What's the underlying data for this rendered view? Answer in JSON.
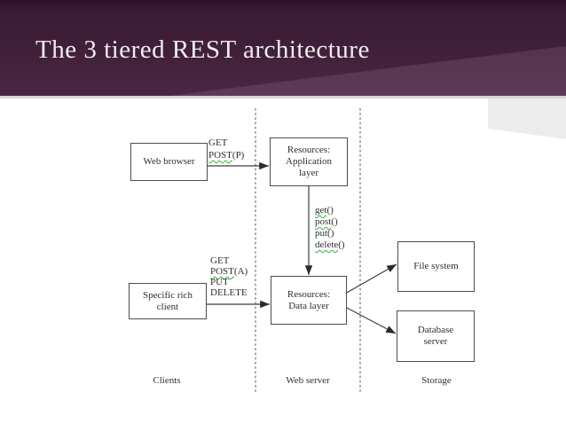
{
  "slide": {
    "title": "The 3 tiered REST architecture"
  },
  "diagram": {
    "nodes": {
      "web_browser": "Web browser",
      "app_layer": "Resources:\nApplication\nlayer",
      "rich_client": "Specific rich\nclient",
      "data_layer": "Resources:\nData layer",
      "file_system": "File system",
      "db_server": "Database\nserver"
    },
    "edge_labels": {
      "browser_line1": "GET",
      "browser_line2_word": "POST",
      "browser_line2_suffix": "(P)",
      "client_line1": "GET",
      "client_line2_word": "POST",
      "client_line2_suffix": "(A)",
      "client_line3": "PUT",
      "client_line4": "DELETE",
      "methods_1_word": "get",
      "methods_1_suffix": "()",
      "methods_2_word": "post",
      "methods_2_suffix": "()",
      "methods_3": "put()",
      "methods_4_word": "delete",
      "methods_4_suffix": "()"
    },
    "lanes": {
      "clients": "Clients",
      "web_server": "Web server",
      "storage": "Storage"
    }
  },
  "colors": {
    "header_top": "#2b1028",
    "header_main": "#412038",
    "header_bottom": "#4b2746",
    "title_text": "#f0ecf2",
    "ribbon_gray": "#ececec",
    "diagram_line": "#3f3f3f",
    "squiggle_green": "#3aae3a"
  }
}
